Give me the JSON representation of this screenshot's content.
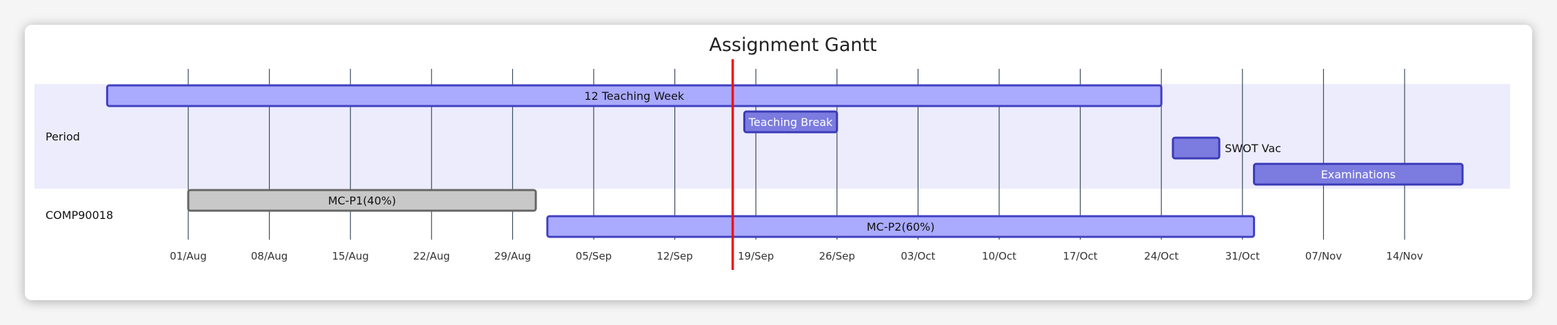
{
  "chart_data": {
    "type": "gantt",
    "title": "Assignment Gantt",
    "date_format": "YYYY-MM-DD",
    "x_axis": {
      "min": "2023-07-22",
      "max": "2023-11-21",
      "tick_dates": [
        "2023-08-01",
        "2023-08-08",
        "2023-08-15",
        "2023-08-22",
        "2023-08-29",
        "2023-09-05",
        "2023-09-12",
        "2023-09-19",
        "2023-09-26",
        "2023-10-03",
        "2023-10-10",
        "2023-10-17",
        "2023-10-24",
        "2023-10-31",
        "2023-11-07",
        "2023-11-14"
      ],
      "tick_labels": [
        "01/Aug",
        "08/Aug",
        "15/Aug",
        "22/Aug",
        "29/Aug",
        "05/Sep",
        "12/Sep",
        "19/Sep",
        "26/Sep",
        "03/Oct",
        "10/Oct",
        "17/Oct",
        "24/Oct",
        "31/Oct",
        "07/Nov",
        "14/Nov"
      ],
      "grid": true
    },
    "today": "2023-09-17",
    "sections": [
      {
        "name": "Period",
        "background": "#ececfc",
        "tasks": [
          {
            "name": "12 Teaching Week",
            "start": "2023-07-25",
            "end": "2023-10-24",
            "style": "normal",
            "label_position": "inside"
          },
          {
            "name": "Teaching Break",
            "start": "2023-09-18",
            "end": "2023-09-26",
            "style": "active",
            "label_position": "inside"
          },
          {
            "name": "SWOT Vac",
            "start": "2023-10-25",
            "end": "2023-10-29",
            "style": "active",
            "label_position": "right"
          },
          {
            "name": "Examinations",
            "start": "2023-11-01",
            "end": "2023-11-19",
            "style": "active",
            "label_position": "inside"
          }
        ]
      },
      {
        "name": "COMP90018",
        "background": "#ffffff",
        "tasks": [
          {
            "name": "MC-P1(40%)",
            "start": "2023-08-01",
            "end": "2023-08-31",
            "style": "done",
            "label_position": "inside"
          },
          {
            "name": "MC-P2(60%)",
            "start": "2023-09-01",
            "end": "2023-11-01",
            "style": "normal",
            "label_position": "inside"
          }
        ]
      }
    ],
    "colors": {
      "normal_fill": "#aaaaff",
      "normal_stroke": "#4040c0",
      "active_fill": "#7b7be0",
      "active_stroke": "#3a3ab8",
      "done_fill": "#c8c8c8",
      "done_stroke": "#666666",
      "grid": "#3a4a5e",
      "today": "#ee1111"
    }
  }
}
